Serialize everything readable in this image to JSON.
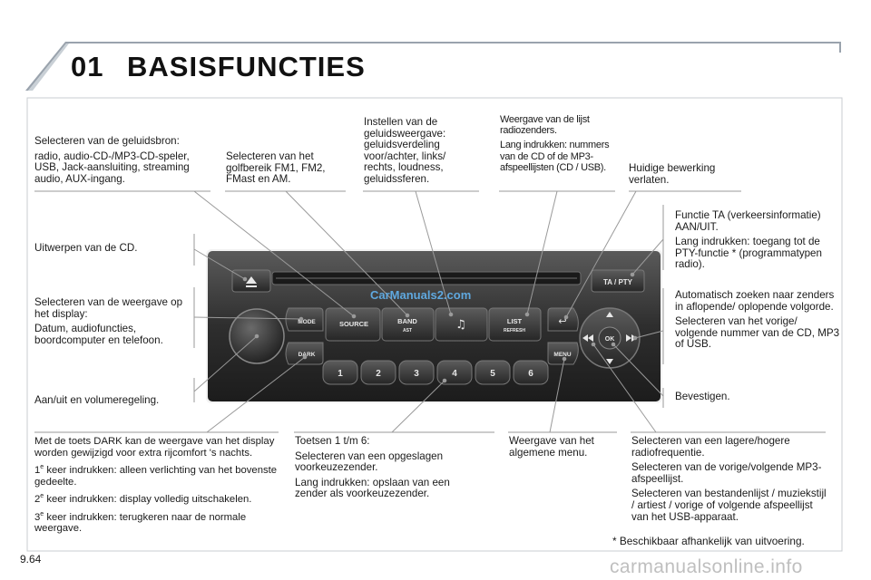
{
  "header": {
    "chapter": "01",
    "title": "BASISFUNCTIES"
  },
  "page_number": "9.64",
  "footnote": "* Beschikbaar afhankelijk van uitvoering.",
  "watermark": "carmanualsonline.info",
  "radio_watermark": "CarManuals2.com",
  "callouts": {
    "source": {
      "title": "Selecteren van de geluidsbron:",
      "body": "radio, audio-CD-/MP3-CD-speler, USB, Jack-aansluiting, streaming audio, AUX-ingang."
    },
    "band": {
      "text": "Selecteren van het golfbereik FM1, FM2, FMast en AM."
    },
    "audio": {
      "text": "Instellen van de geluidsweergave: geluidsverdeling voor/achter, links/ rechts, loudness, geluidssferen."
    },
    "list": {
      "line1": "Weergave van de lijst radiozenders.",
      "line2": "Lang indrukken: nummers van de CD of de MP3-afspeellijsten (CD / USB)."
    },
    "back": {
      "text": "Huidige bewerking verlaten."
    },
    "ta": {
      "line1": "Functie TA (verkeersinformatie) AAN/UIT.",
      "line2": "Lang indrukken: toegang tot de PTY-functie * (programmatypen radio)."
    },
    "eject": {
      "text": "Uitwerpen van de CD."
    },
    "mode": {
      "line1": "Selecteren van de weergave op het display:",
      "line2": "Datum, audiofuncties, boordcomputer en telefoon."
    },
    "seek": {
      "line1": "Automatisch zoeken naar zenders in aflopende/ oplopende volgorde.",
      "line2": "Selecteren van het vorige/ volgende nummer van de CD, MP3 of USB."
    },
    "power": {
      "text": "Aan/uit en volumeregeling."
    },
    "ok": {
      "text": "Bevestigen."
    },
    "dark": {
      "intro": "Met de toets DARK kan de weergave van het display worden gewijzigd voor extra rijcomfort 's nachts.",
      "item1_num": "1",
      "item1_sup": "e",
      "item1_text": " keer indrukken: alleen verlichting van het bovenste gedeelte.",
      "item2_num": "2",
      "item2_sup": "e",
      "item2_text": " keer indrukken: display volledig uitschakelen.",
      "item3_num": "3",
      "item3_sup": "e",
      "item3_text": " keer indrukken: terugkeren naar de normale weergave."
    },
    "presets": {
      "title": "Toetsen 1 t/m 6:",
      "line1": "Selecteren van een opgeslagen voorkeuzezender.",
      "line2": "Lang indrukken: opslaan van een zender als voorkeuzezender."
    },
    "menu": {
      "text": "Weergave van het algemene menu."
    },
    "freq": {
      "line1": "Selecteren van een lagere/hogere radiofrequentie.",
      "line2": "Selecteren van de vorige/volgende MP3-afspeellijst.",
      "line3": "Selecteren van bestandenlijst / muziekstijl / artiest / vorige of volgende afspeellijst van het USB-apparaat."
    }
  },
  "radio": {
    "buttons": {
      "source": "SOURCE",
      "band": "BAND",
      "band_sub": "AST",
      "list": "LIST",
      "list_sub": "REFRESH",
      "mode": "MODE",
      "dark": "DARK",
      "menu": "MENU",
      "ta_pty": "TA / PTY",
      "ok": "OK"
    },
    "presets": [
      "1",
      "2",
      "3",
      "4",
      "5",
      "6"
    ],
    "icons": [
      "eject-icon",
      "music-note-icon",
      "back-arrow-icon",
      "rewind-icon",
      "fast-forward-icon",
      "up-arrow-icon",
      "down-arrow-icon",
      "power-knob"
    ]
  }
}
